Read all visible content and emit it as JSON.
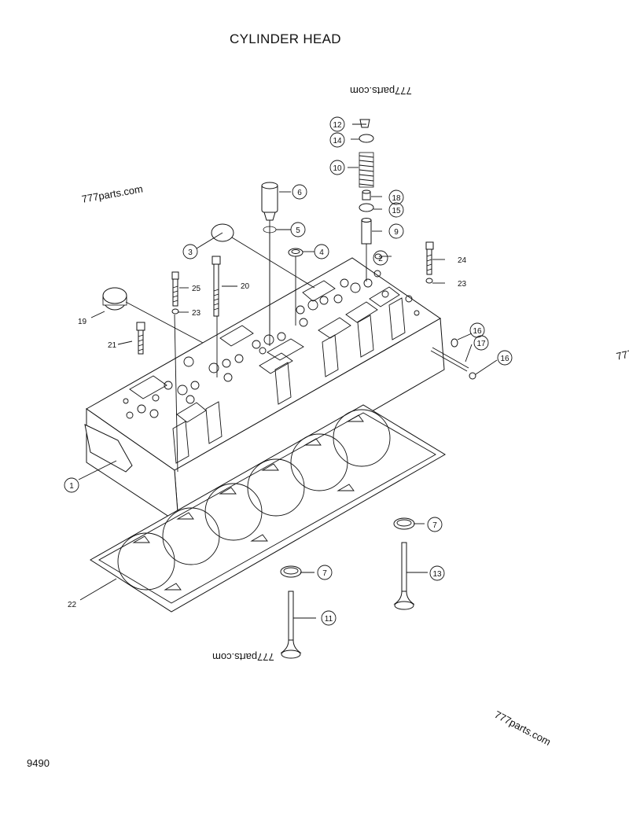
{
  "title": "CYLINDER HEAD",
  "page_code": "9490",
  "watermarks": [
    "777parts.com",
    "777parts.com",
    "777parts.com",
    "777parts.com",
    "777"
  ],
  "callouts": {
    "c1": "1",
    "c2": "2",
    "c3": "3",
    "c4": "4",
    "c5": "5",
    "c6": "6",
    "c7a": "7",
    "c7b": "7",
    "c9": "9",
    "c10": "10",
    "c11": "11",
    "c12": "12",
    "c13": "13",
    "c14": "14",
    "c15": "15",
    "c16a": "16",
    "c16b": "16",
    "c17": "17",
    "c18": "18",
    "c19": "19",
    "c20": "20",
    "c21": "21",
    "c22": "22",
    "c23a": "23",
    "c23b": "23",
    "c24": "24",
    "c25": "25"
  }
}
